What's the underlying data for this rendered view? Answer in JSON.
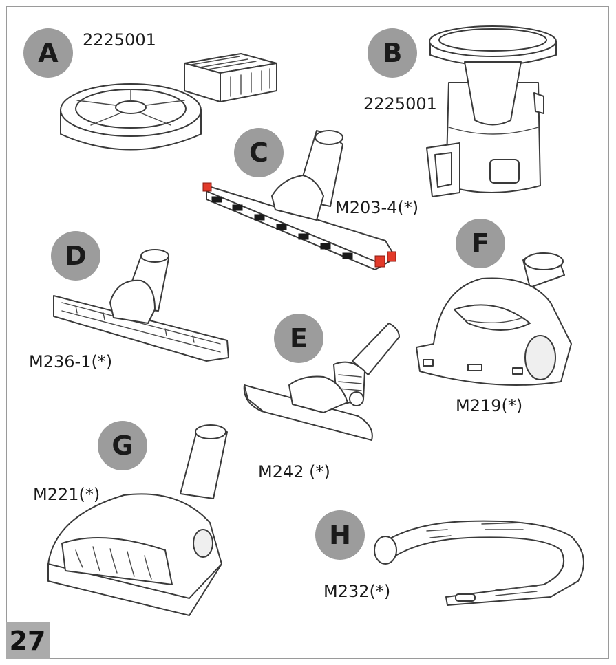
{
  "page_number": "27",
  "items": [
    {
      "letter": "A",
      "code": "2225001"
    },
    {
      "letter": "B",
      "code": "2225001"
    },
    {
      "letter": "C",
      "code": "M203-4(*)"
    },
    {
      "letter": "D",
      "code": "M236-1(*)"
    },
    {
      "letter": "E",
      "code": "M242 (*)"
    },
    {
      "letter": "F",
      "code": "M219(*)"
    },
    {
      "letter": "G",
      "code": "M221(*)"
    },
    {
      "letter": "H",
      "code": "M232(*)"
    }
  ],
  "colors": {
    "badge": "#9c9c9c",
    "frame": "#9a9a9a",
    "accent_red": "#e23a2a"
  }
}
